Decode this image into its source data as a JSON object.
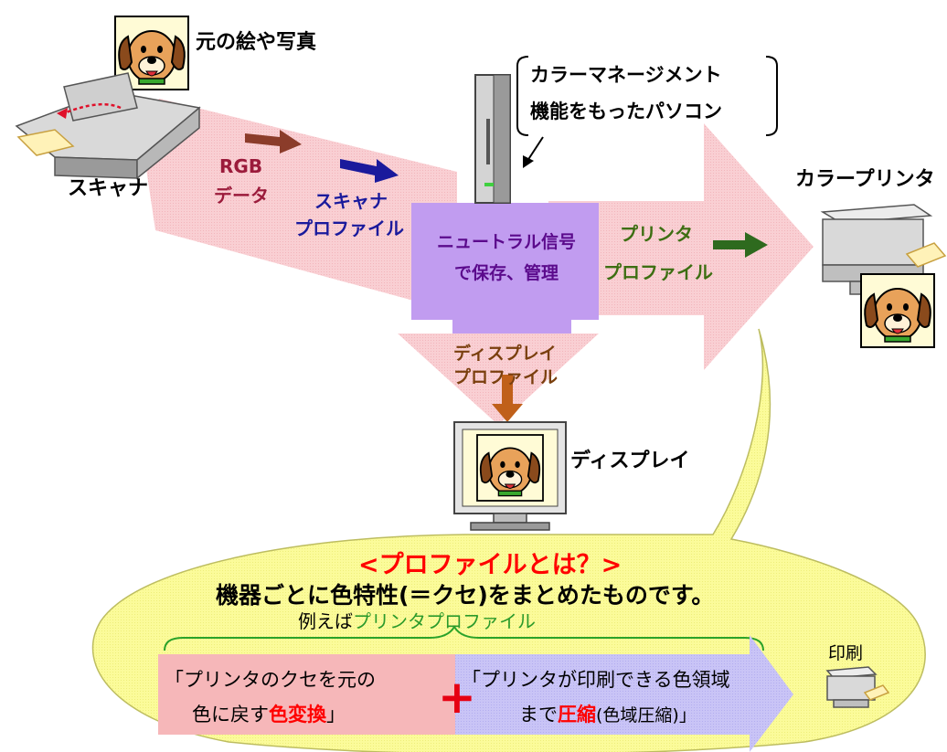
{
  "labels": {
    "original_art": "元の絵や写真",
    "scanner": "スキャナ",
    "rgb_line1": "RGB",
    "rgb_line2": "データ",
    "scanner_profile_line1": "スキャナ",
    "scanner_profile_line2": "プロファイル",
    "pc_callout_line1": "カラーマネージメント",
    "pc_callout_line2": "機能をもったパソコン",
    "neutral_line1": "ニュートラル信号",
    "neutral_line2": "で保存、管理",
    "printer_profile_line1": "プリンタ",
    "printer_profile_line2": "プロファイル",
    "color_printer": "カラープリンタ",
    "display_profile_line1": "ディスプレイ",
    "display_profile_line2": "プロファイル",
    "display": "ディスプレイ",
    "profile_title": "<プロファイルとは？>",
    "profile_desc": "機器ごとに色特性(＝クセ)をまとめたものです。",
    "example_prefix": "例えば",
    "example_term": "プリンタプロファイル",
    "left_box_line1": "「プリンタのクセを元の",
    "left_box_line2_a": "色に戻す",
    "left_box_line2_b": "色変換",
    "left_box_line2_c": "」",
    "plus_sign": "+",
    "right_box_line1": "「プリンタが印刷できる色領域",
    "right_box_line2_a": "まで",
    "right_box_line2_b": "圧縮",
    "right_box_line2_c": "(色域圧縮)」",
    "print_label": "印刷"
  },
  "colors": {
    "flow_pink": "#f9cfd3",
    "neutral_purple": "#c19cf0",
    "bubble_yellow": "#fbfb9a",
    "left_box_pink": "#f6b7b9",
    "right_box_blue": "#c9c4f6",
    "profile_title_red": "#ff0000",
    "dark_red_text": "#9b1b3b",
    "navy_text": "#1a1a9c",
    "purple_text": "#5b0a8c",
    "olive_text": "#3d6e12",
    "brown_text": "#7a3f0e",
    "green_text": "#2b9a2b",
    "highlight_red": "#ff0000",
    "plus_red": "#e60012"
  },
  "icons": {
    "original_picture": "dog-picture-icon",
    "scanner": "scanner-icon",
    "pc_tower": "pc-tower-icon",
    "color_printer": "color-printer-icon",
    "printed_picture": "dog-picture-icon",
    "display_monitor": "monitor-icon",
    "small_printer": "printer-icon"
  }
}
